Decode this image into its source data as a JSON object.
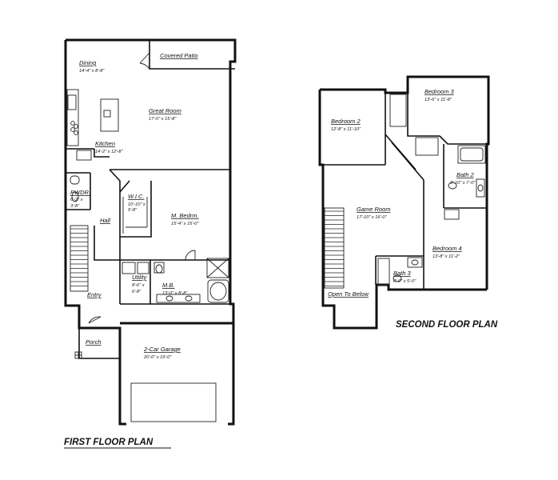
{
  "first_floor": {
    "title": "FIRST FLOOR PLAN",
    "rooms": {
      "dining": {
        "name": "Dining",
        "dim": "14'-4\" x 8'-8\""
      },
      "covered_patio": {
        "name": "Covered Patio"
      },
      "great_room": {
        "name": "Great Room",
        "dim": "17'-0\" x 15'-8\""
      },
      "kitchen": {
        "name": "Kitchen",
        "dim": "14'-2\" x 12'-8\""
      },
      "pwdr": {
        "name": "PWDR.",
        "dim1": "6'-2\" x",
        "dim2": "3'-8\""
      },
      "wic": {
        "name": "W.I.C.",
        "dim1": "10'-10\" x",
        "dim2": "5'-8\""
      },
      "hall": {
        "name": "Hall"
      },
      "m_bedrm": {
        "name": "M. Bedrm.",
        "dim": "15'-4\" x 15'-0\""
      },
      "utility": {
        "name": "Utility",
        "dim1": "8'-6\" x",
        "dim2": "6'-8\""
      },
      "mb": {
        "name": "M.B.",
        "dim": "13'-0\" x 8'-8\""
      },
      "entry": {
        "name": "Entry"
      },
      "porch": {
        "name": "Porch"
      },
      "garage": {
        "name": "2-Car Garage",
        "dim": "20'-0\" x 19'-0\""
      }
    }
  },
  "second_floor": {
    "title": "SECOND FLOOR PLAN",
    "rooms": {
      "bedroom3": {
        "name": "Bedroom 3",
        "dim": "13'-6\" x 11'-8\""
      },
      "bedroom2": {
        "name": "Bedroom 2",
        "dim": "12'-8\" x 11'-10\""
      },
      "bath2": {
        "name": "Bath 2",
        "dim": "9'-10\" x 7'-0\""
      },
      "game_room": {
        "name": "Game Room",
        "dim": "17'-10\" x 16'-0\""
      },
      "bedroom4": {
        "name": "Bedroom 4",
        "dim": "13'-8\" x 11'-2\""
      },
      "bath3": {
        "name": "Bath 3",
        "dim": "0'-0\" x 5'-0\""
      },
      "open_to_below": {
        "name": "Open To Below"
      }
    }
  }
}
